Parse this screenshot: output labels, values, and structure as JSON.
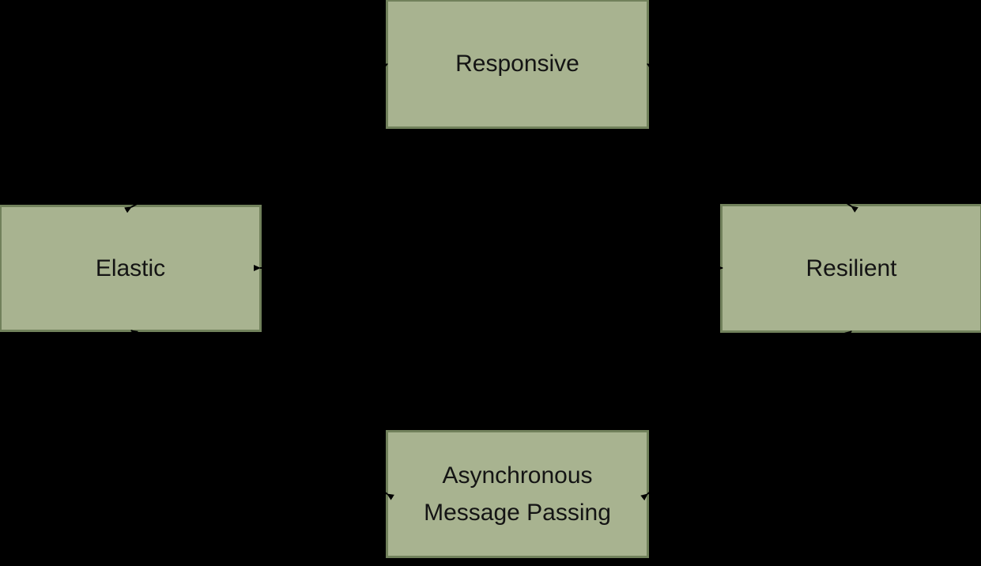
{
  "diagram": {
    "background_color": "#000000",
    "box_fill_color": "#a8b390",
    "box_border_color": "#71815b",
    "text_color": "#141414",
    "connector_color": "#000000",
    "boxes": [
      {
        "id": "responsive",
        "label": "Responsive",
        "position": "top-center"
      },
      {
        "id": "elastic",
        "label": "Elastic",
        "position": "middle-left"
      },
      {
        "id": "resilient",
        "label": "Resilient",
        "position": "middle-right"
      },
      {
        "id": "async",
        "label": "Asynchronous Message Passing",
        "position": "bottom-center"
      }
    ],
    "connectors": [
      {
        "from": "elastic-top",
        "to": "responsive-left"
      },
      {
        "from": "resilient-top",
        "to": "responsive-right"
      },
      {
        "from": "async-left",
        "to": "elastic-bottom"
      },
      {
        "from": "async-right",
        "to": "resilient-bottom"
      },
      {
        "from": "elastic-right",
        "to": "resilient-left"
      }
    ]
  }
}
